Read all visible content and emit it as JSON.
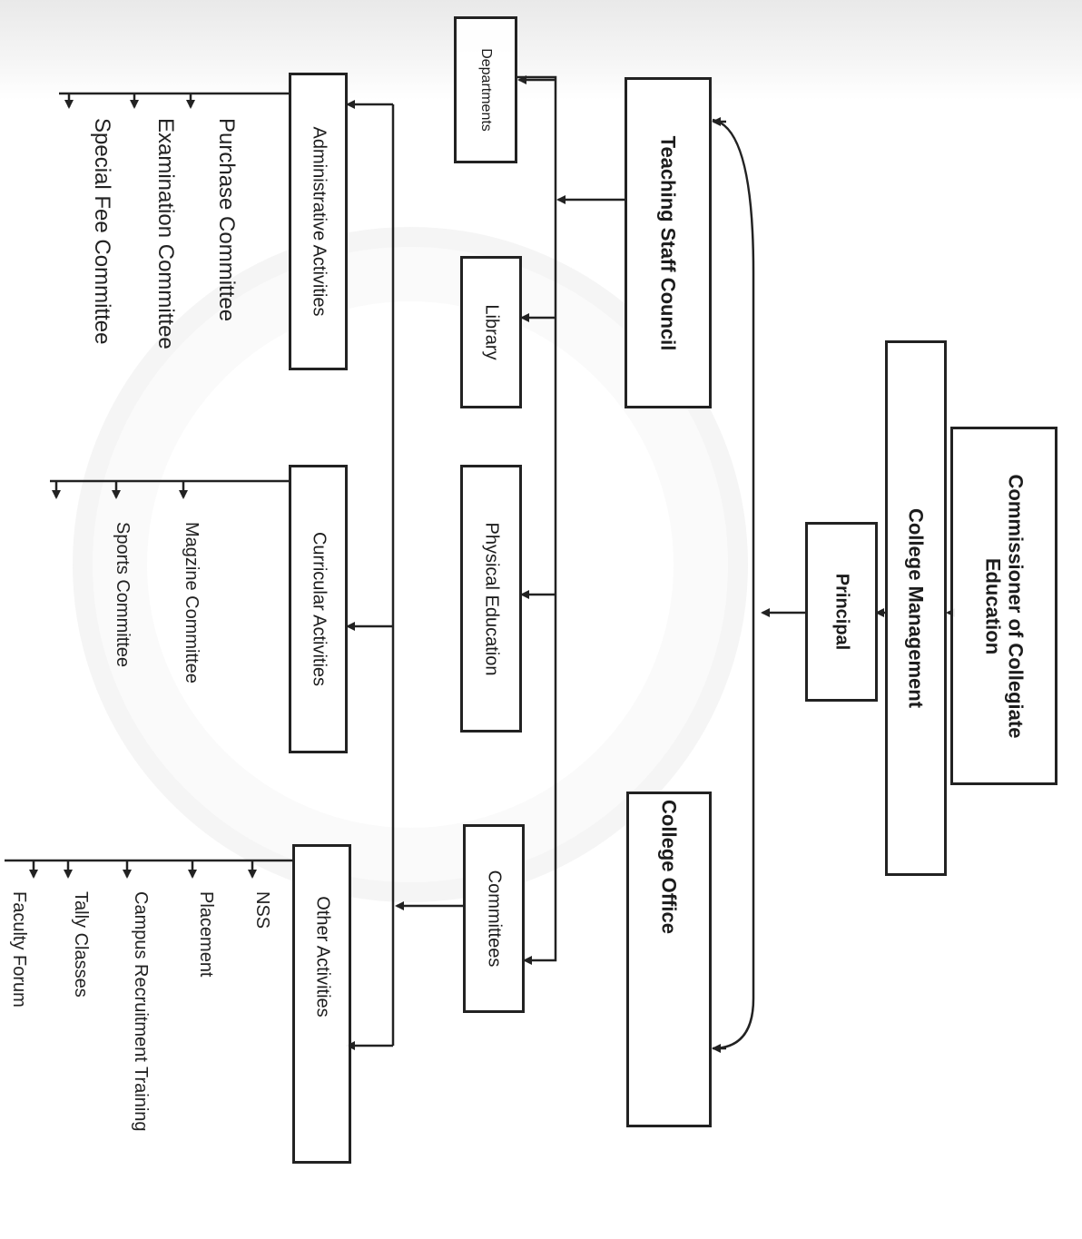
{
  "nodes": {
    "commissioner": [
      "Commissioner of Collegiate",
      "Education"
    ],
    "management": "College Management",
    "principal": "Principal",
    "teaching_staff_council": "Teaching Staff Council",
    "college_office": "College Office",
    "departments": "Departments",
    "library": "Library",
    "physical_education": "Physical Education",
    "committees": "Committees",
    "administrative": "Administrative Activities",
    "curricular": "Curricular Activities",
    "other": "Other Activities"
  },
  "administrative_items": [
    "Purchase Committee",
    "Examination Committee",
    "Special Fee Committee"
  ],
  "curricular_items": [
    "Magzine Committee",
    "Sports Committee"
  ],
  "other_items": [
    "NSS",
    "Placement",
    "Campus Recruitment Training",
    "Tally Classes",
    "Faculty Forum"
  ]
}
